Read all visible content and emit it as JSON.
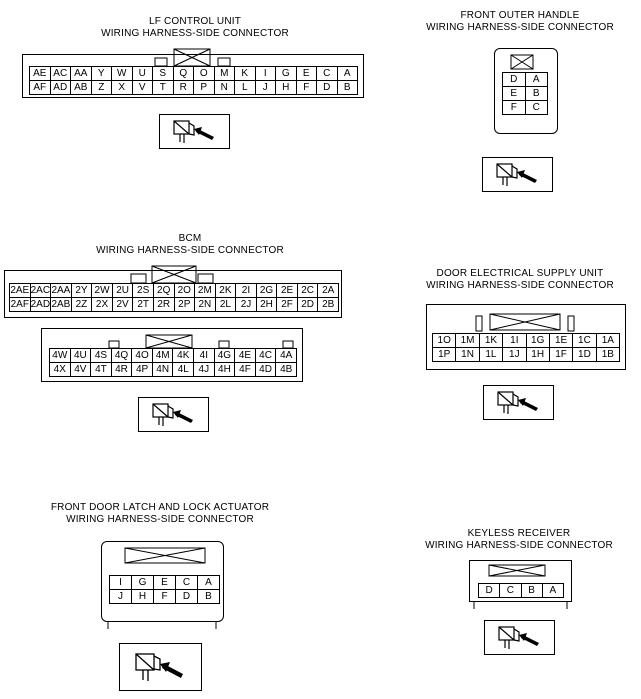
{
  "connectors": {
    "lf_control_unit": {
      "title": "LF CONTROL UNIT",
      "subtitle": "WIRING HARNESS-SIDE CONNECTOR",
      "row1": [
        "AE",
        "AC",
        "AA",
        "Y",
        "W",
        "U",
        "S",
        "Q",
        "O",
        "M",
        "K",
        "I",
        "G",
        "E",
        "C",
        "A"
      ],
      "row2": [
        "AF",
        "AD",
        "AB",
        "Z",
        "X",
        "V",
        "T",
        "R",
        "P",
        "N",
        "L",
        "J",
        "H",
        "F",
        "D",
        "B"
      ]
    },
    "front_outer_handle": {
      "title": "FRONT OUTER HANDLE",
      "subtitle": "WIRING HARNESS-SIDE CONNECTOR",
      "rows": [
        [
          "D",
          "A"
        ],
        [
          "E",
          "B"
        ],
        [
          "F",
          "C"
        ]
      ]
    },
    "bcm": {
      "title": "BCM",
      "subtitle": "WIRING HARNESS-SIDE CONNECTOR",
      "upper_row1": [
        "2AE",
        "2AC",
        "2AA",
        "2Y",
        "2W",
        "2U",
        "2S",
        "2Q",
        "2O",
        "2M",
        "2K",
        "2I",
        "2G",
        "2E",
        "2C",
        "2A"
      ],
      "upper_row2": [
        "2AF",
        "2AD",
        "2AB",
        "2Z",
        "2X",
        "2V",
        "2T",
        "2R",
        "2P",
        "2N",
        "2L",
        "2J",
        "2H",
        "2F",
        "2D",
        "2B"
      ],
      "lower_row1": [
        "4W",
        "4U",
        "4S",
        "4Q",
        "4O",
        "4M",
        "4K",
        "4I",
        "4G",
        "4E",
        "4C",
        "4A"
      ],
      "lower_row2": [
        "4X",
        "4V",
        "4T",
        "4R",
        "4P",
        "4N",
        "4L",
        "4J",
        "4H",
        "4F",
        "4D",
        "4B"
      ]
    },
    "door_electrical_supply_unit": {
      "title": "DOOR ELECTRICAL SUPPLY UNIT",
      "subtitle": "WIRING HARNESS-SIDE CONNECTOR",
      "row1": [
        "1O",
        "1M",
        "1K",
        "1I",
        "1G",
        "1E",
        "1C",
        "1A"
      ],
      "row2": [
        "1P",
        "1N",
        "1L",
        "1J",
        "1H",
        "1F",
        "1D",
        "1B"
      ]
    },
    "front_door_latch": {
      "title": "FRONT DOOR LATCH AND LOCK ACTUATOR",
      "subtitle": "WIRING HARNESS-SIDE CONNECTOR",
      "row1": [
        "I",
        "G",
        "E",
        "C",
        "A"
      ],
      "row2": [
        "J",
        "H",
        "F",
        "D",
        "B"
      ]
    },
    "keyless_receiver": {
      "title": "KEYLESS RECEIVER",
      "subtitle": "WIRING HARNESS-SIDE CONNECTOR",
      "row1": [
        "D",
        "C",
        "B",
        "A"
      ]
    }
  }
}
